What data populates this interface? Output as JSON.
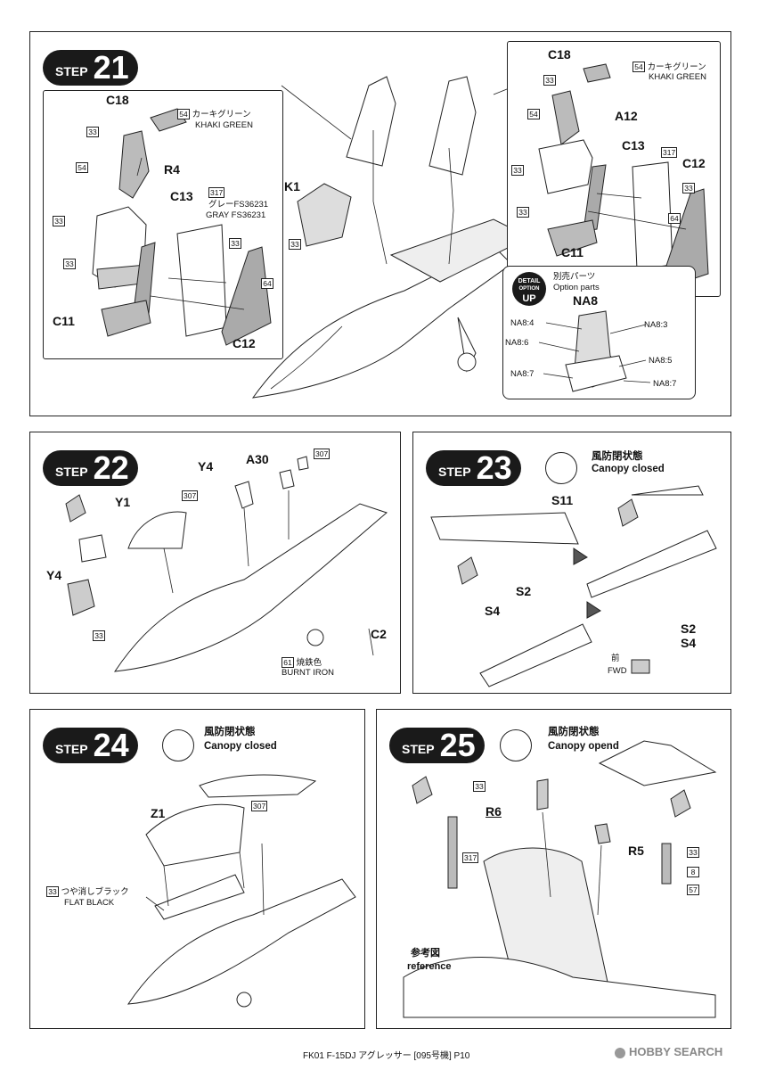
{
  "step21": {
    "word": "STEP",
    "number": "21",
    "left_parts": {
      "c18": "C18",
      "r4": "R4",
      "c13": "C13",
      "c11": "C11",
      "c12": "C12"
    },
    "left_paints": {
      "p54": "54",
      "p54_name_jp": "カーキグリーン",
      "p54_name_en": "KHAKI GREEN",
      "p33a": "33",
      "p33b": "33",
      "p33c": "33",
      "p33d": "33",
      "p54b": "54",
      "p317": "317",
      "p317_jp": "グレーFS36231",
      "p317_en": "GRAY FS36231",
      "p64": "64"
    },
    "k1": "K1",
    "k1_paint": "33",
    "right_parts": {
      "c18": "C18",
      "a12": "A12",
      "c13": "C13",
      "c12": "C12",
      "c11": "C11"
    },
    "right_paints": {
      "p54": "54",
      "p54_jp": "カーキグリーン",
      "p54_en": "KHAKI GREEN",
      "p33a": "33",
      "p54b": "54",
      "p317": "317",
      "p33b": "33",
      "p33c": "33",
      "p33d": "33",
      "p64": "64"
    },
    "detail": {
      "line1": "DETAIL",
      "line2": "OPTION",
      "line3": "UP",
      "jp": "別売パーツ",
      "en": "Option parts",
      "name": "NA8",
      "labels": [
        "NA8:4",
        "NA8:3",
        "NA8:6",
        "NA8:5",
        "NA8:7",
        "NA8:7"
      ]
    }
  },
  "step22": {
    "word": "STEP",
    "number": "22",
    "y4": "Y4",
    "a30": "A30",
    "p307": "307",
    "y1": "Y1",
    "p307b": "307",
    "y4b": "Y4",
    "p33": "33",
    "c2": "C2",
    "p61": "61",
    "p61_jp": "焼鉄色",
    "p61_en": "BURNT IRON"
  },
  "step23": {
    "word": "STEP",
    "number": "23",
    "canopy_jp": "風防閉状態",
    "canopy_en": "Canopy closed",
    "s11": "S11",
    "s2": "S2",
    "s4": "S4",
    "s2b": "S2",
    "s4b": "S4",
    "fwd_jp": "前",
    "fwd_en": "FWD"
  },
  "step24": {
    "word": "STEP",
    "number": "24",
    "canopy_jp": "風防閉状態",
    "canopy_en": "Canopy closed",
    "z1": "Z1",
    "p307": "307",
    "p33": "33",
    "p33_jp": "つや消しブラック",
    "p33_en": "FLAT BLACK"
  },
  "step25": {
    "word": "STEP",
    "number": "25",
    "canopy_jp": "風防閉状態",
    "canopy_en": "Canopy opend",
    "p33a": "33",
    "r6": "R6",
    "p317": "317",
    "r5": "R5",
    "p33b": "33",
    "p8": "8",
    "p57": "57",
    "ref_jp": "参考図",
    "ref_en": "reference"
  },
  "footer": {
    "text": "FK01 F-15DJ アグレッサー [095号機] P10",
    "brand": "HOBBY SEARCH"
  }
}
